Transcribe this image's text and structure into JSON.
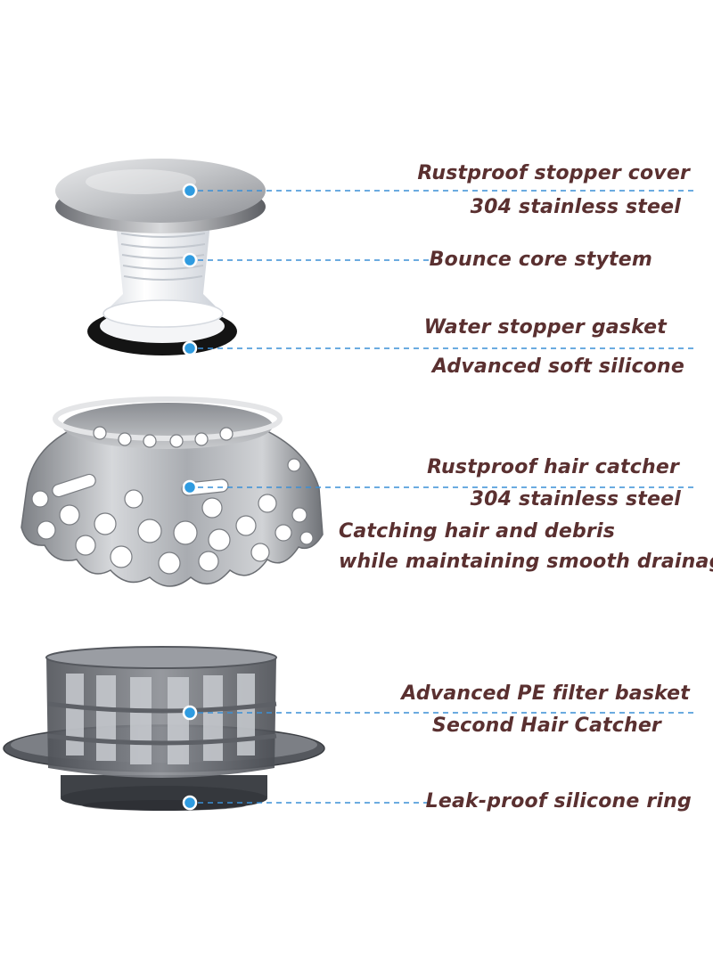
{
  "colors": {
    "label_text": "#5a3030",
    "leader_line": "#3a8fd6",
    "dot": "#2f9be0",
    "steel": "#b8bbc0",
    "silicone_white": "#f2f4f7",
    "gasket_black": "#151515",
    "pe_basket_gray": "#6d7076"
  },
  "parts": [
    {
      "id": "stopper-cover",
      "lines": [
        "Rustproof stopper cover",
        "304 stainless steel"
      ]
    },
    {
      "id": "bounce-core",
      "lines": [
        "Bounce core stytem"
      ]
    },
    {
      "id": "water-gasket",
      "lines": [
        "Water stopper gasket",
        "Advanced soft silicone"
      ]
    },
    {
      "id": "hair-catcher",
      "lines": [
        "Rustproof hair catcher",
        "304 stainless steel"
      ],
      "note_lines": [
        "Catching hair and debris",
        "while maintaining smooth drainage"
      ]
    },
    {
      "id": "pe-filter",
      "lines": [
        "Advanced PE filter basket",
        "Second Hair Catcher"
      ]
    },
    {
      "id": "silicone-ring",
      "lines": [
        "Leak-proof silicone ring"
      ]
    }
  ],
  "icons": [
    "stainless-stopper-cap",
    "bounce-spring-core",
    "black-silicone-gasket",
    "perforated-steel-hair-catcher",
    "pe-filter-basket",
    "leak-proof-ring"
  ]
}
